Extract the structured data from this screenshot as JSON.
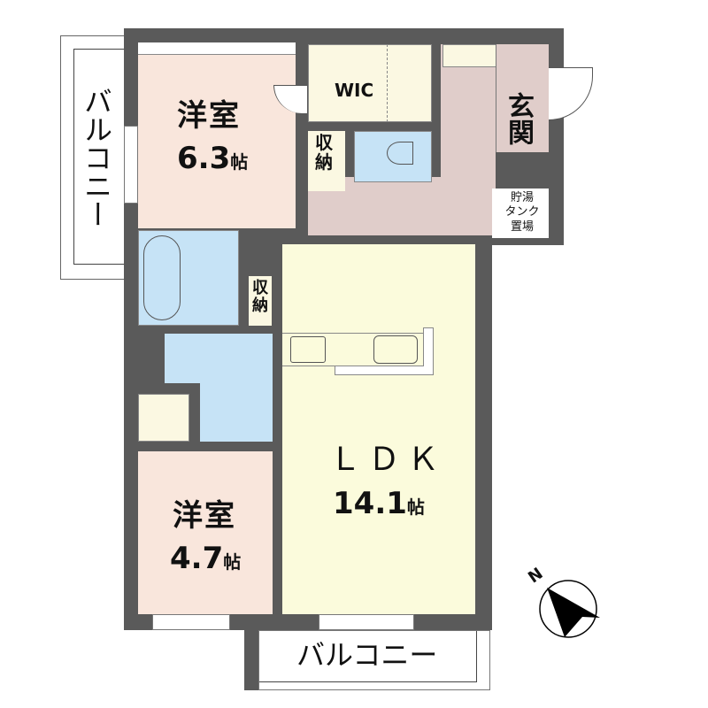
{
  "floor_plan": {
    "rooms": {
      "western_room_1": {
        "name": "洋室",
        "size": "6.3",
        "unit": "帖"
      },
      "western_room_2": {
        "name": "洋室",
        "size": "4.7",
        "unit": "帖"
      },
      "ldk": {
        "name": "ＬＤＫ",
        "size": "14.1",
        "unit": "帖"
      },
      "wic": {
        "name": "WIC"
      },
      "storage_1": {
        "name": "収納"
      },
      "storage_2": {
        "name": "収納"
      },
      "entrance": {
        "name": "玄関"
      },
      "water_heater": {
        "name": "貯湯タンク置場",
        "line1": "貯湯",
        "line2": "タンク",
        "line3": "置場"
      },
      "balcony_left": {
        "name": "バルコニー"
      },
      "balcony_bottom": {
        "name": "バルコニー"
      }
    },
    "compass": {
      "label": "N"
    },
    "colors": {
      "wall": "#5a5a5a",
      "western_room": "#f9e6dc",
      "ldk": "#fbfbdc",
      "wet_area": "#c6e3f6",
      "hallway": "#e0cdca",
      "closet": "#fbf8e2"
    }
  }
}
